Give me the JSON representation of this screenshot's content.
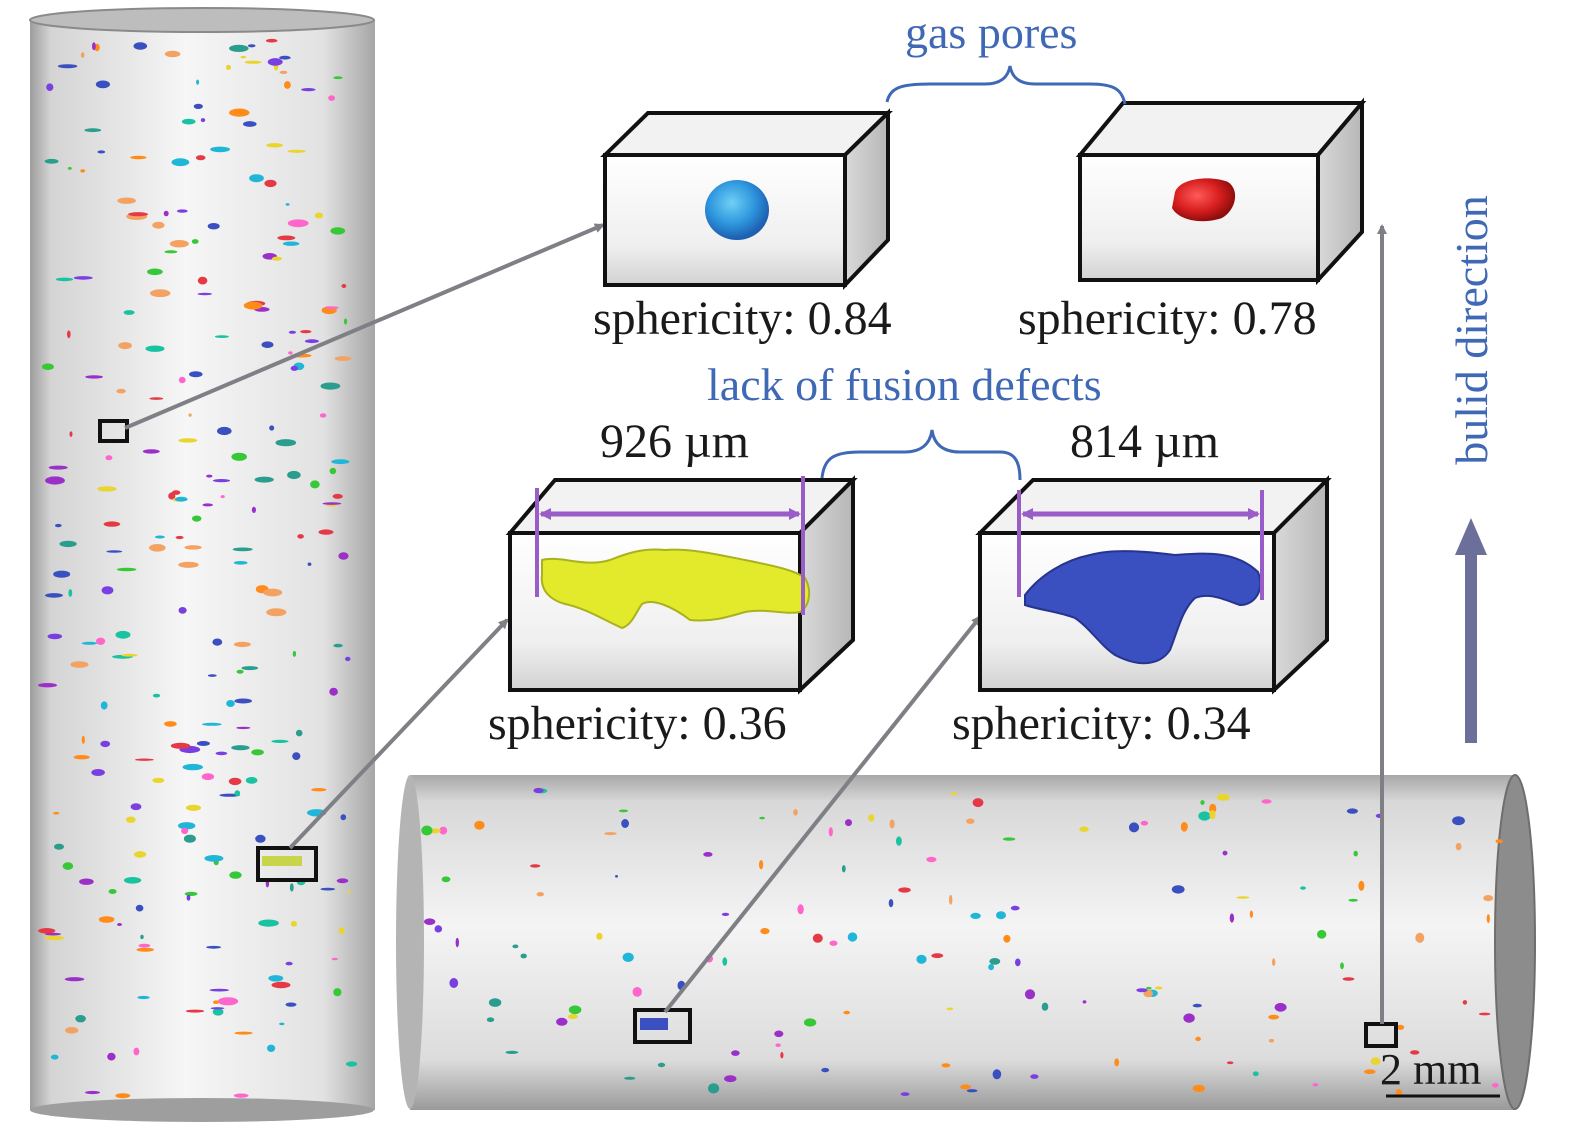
{
  "labels": {
    "gas_pores": "gas pores",
    "lack_of_fusion": "lack of fusion defects",
    "build_direction": "bulid direction",
    "scale_bar": "2 mm"
  },
  "defects": [
    {
      "id": "gas-pore-1",
      "category": "gas pores",
      "sphericity_label": "sphericity: 0.84",
      "color": "#2e8fdc"
    },
    {
      "id": "gas-pore-2",
      "category": "gas pores",
      "sphericity_label": "sphericity: 0.78",
      "color": "#d81e1e"
    },
    {
      "id": "lof-1",
      "category": "lack of fusion defects",
      "length_label": "926 µm",
      "sphericity_label": "sphericity: 0.36",
      "color": "#e3ea2c"
    },
    {
      "id": "lof-2",
      "category": "lack of fusion defects",
      "length_label": "814 µm",
      "sphericity_label": "sphericity: 0.34",
      "color": "#3a4fc0"
    }
  ],
  "colors": {
    "label_blue": "#3f68b5",
    "arrow_gray": "#7e8086",
    "dimension_purple": "#9a5cc6",
    "build_arrow": "#6c6f9a"
  }
}
